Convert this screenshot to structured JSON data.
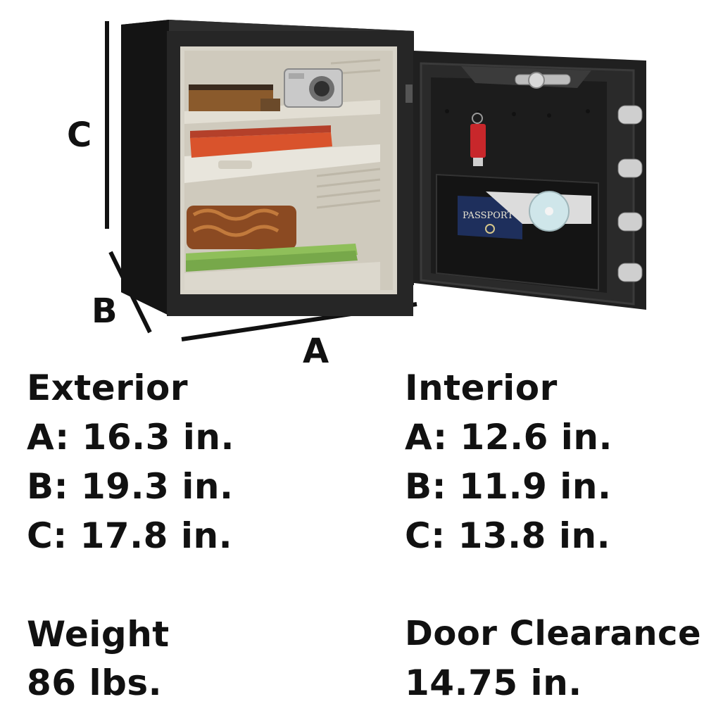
{
  "diagram": {
    "labels": {
      "a": "A",
      "b": "B",
      "c": "C"
    },
    "colors": {
      "body": "#222222",
      "door": "#2b2b2b",
      "interior": "#d9d6cc",
      "line": "#111111"
    },
    "contents": [
      "camera",
      "books",
      "red-folder",
      "leather-book",
      "green-folders",
      "usb-drive",
      "passport",
      "cd",
      "wristwatch"
    ],
    "passport_text": "PASSPORT"
  },
  "exterior": {
    "heading": "Exterior",
    "a": "A: 16.3 in.",
    "b": "B: 19.3 in.",
    "c": "C: 17.8 in."
  },
  "interior": {
    "heading": "Interior",
    "a": "A: 12.6 in.",
    "b": "B: 11.9 in.",
    "c": "C: 13.8 in."
  },
  "weight": {
    "heading": "Weight",
    "value": "86 lbs."
  },
  "door_clearance": {
    "heading": "Door Clearance",
    "value": "14.75 in."
  }
}
